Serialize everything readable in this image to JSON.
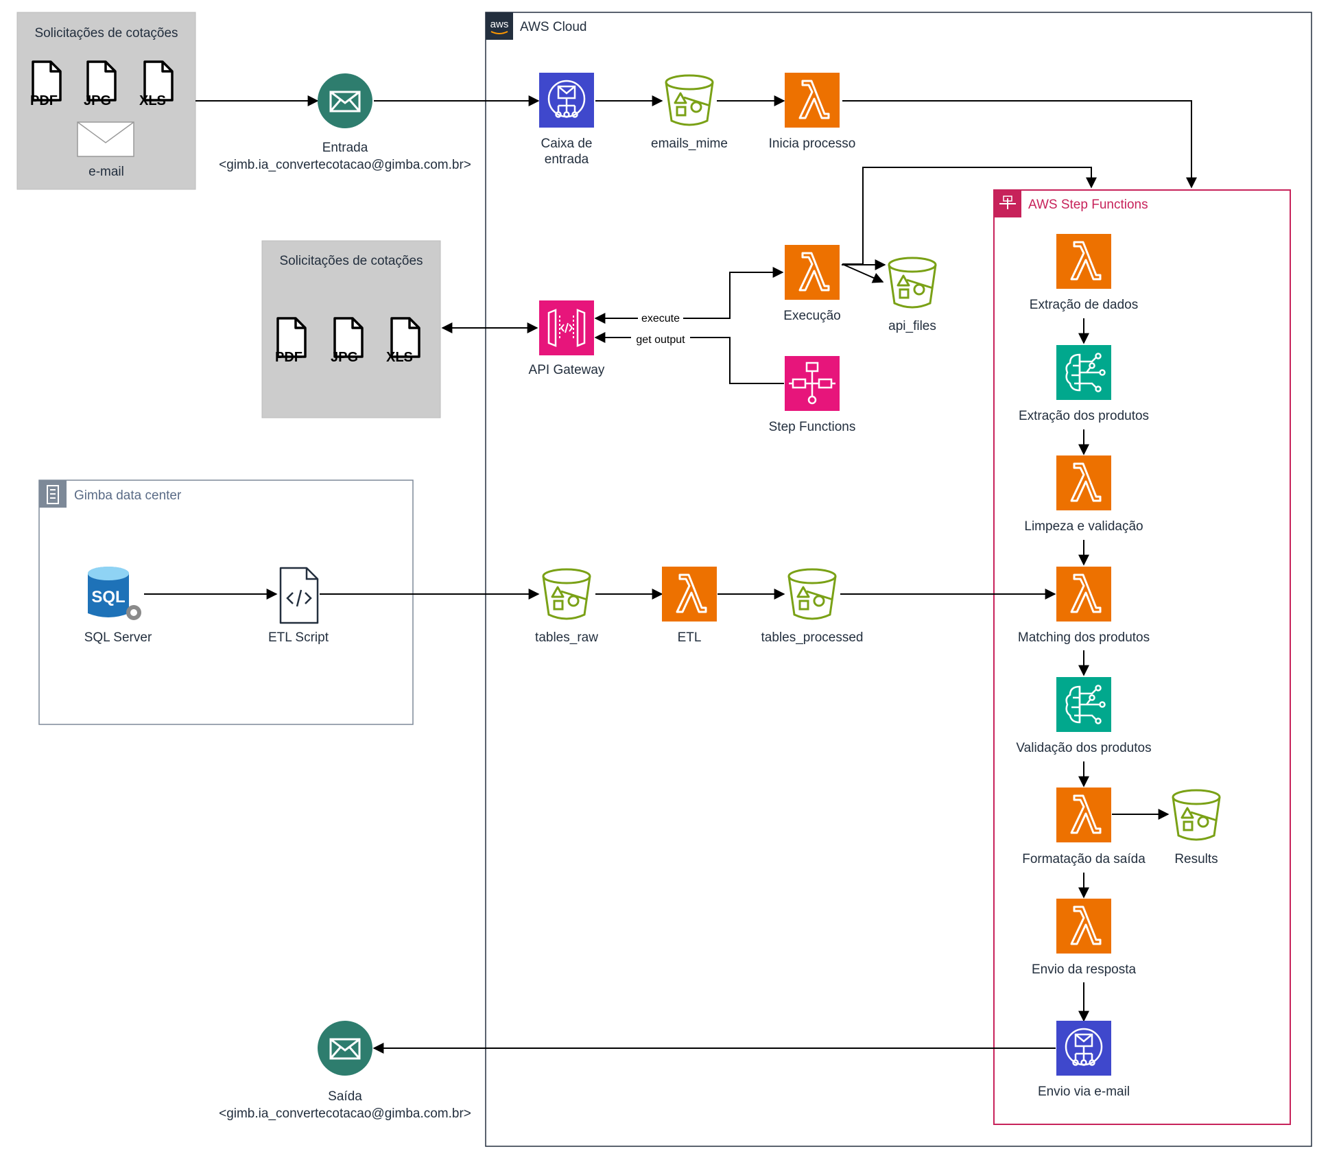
{
  "groups": {
    "email_requests": {
      "title": "Solicitações de cotações",
      "email_label": "e-mail"
    },
    "api_requests": {
      "title": "Solicitações de cotações"
    },
    "aws_cloud": {
      "title": "AWS Cloud",
      "logo_text": "aws"
    },
    "step_functions": {
      "title": "AWS Step Functions"
    },
    "datacenter": {
      "title": "Gimba data center"
    }
  },
  "file_types": [
    "PDF",
    "JPG",
    "XLS"
  ],
  "nodes": {
    "entrada": {
      "label": "Entrada",
      "sublabel": "<gimb.ia_convertecotacao@gimba.com.br>"
    },
    "saida": {
      "label": "Saída",
      "sublabel": "<gimb.ia_convertecotacao@gimba.com.br>"
    },
    "caixa": {
      "label1": "Caixa de",
      "label2": "entrada"
    },
    "emails_mime": {
      "label": "emails_mime"
    },
    "inicia": {
      "label": "Inicia processo"
    },
    "api_gateway": {
      "label": "API Gateway"
    },
    "execucao": {
      "label": "Execução"
    },
    "api_files": {
      "label": "api_files"
    },
    "step_fn_node": {
      "label": "Step Functions"
    },
    "sql_server": {
      "label": "SQL Server",
      "icon_text": "SQL"
    },
    "etl_script": {
      "label": "ETL Script"
    },
    "tables_raw": {
      "label": "tables_raw"
    },
    "etl": {
      "label": "ETL"
    },
    "tables_processed": {
      "label": "tables_processed"
    },
    "extracao_dados": {
      "label": "Extração de dados"
    },
    "extracao_produtos": {
      "label": "Extração dos produtos"
    },
    "limpeza": {
      "label": "Limpeza e validação"
    },
    "matching": {
      "label": "Matching dos produtos"
    },
    "validacao": {
      "label": "Validação dos produtos"
    },
    "formatacao": {
      "label": "Formatação da saída"
    },
    "results": {
      "label": "Results"
    },
    "envio_resposta": {
      "label": "Envio da resposta"
    },
    "envio_email": {
      "label": "Envio via e-mail"
    }
  },
  "edge_labels": {
    "execute": "execute",
    "get_output": "get output"
  },
  "icons": {
    "lambda": "lambda-icon",
    "bucket": "s3-bucket-icon",
    "ses": "ses-email-icon",
    "api": "api-gateway-icon",
    "stepfn": "step-functions-icon",
    "ai": "ai-brain-icon",
    "email_circle": "email-circle-icon",
    "sql": "sql-server-icon",
    "script": "script-file-icon"
  },
  "colors": {
    "lambda": "#ED7100",
    "s3": "#7AA116",
    "ses": "#3F48CC",
    "api": "#E7157B",
    "stepfn": "#E7157B",
    "ai": "#01A88D",
    "email_circle": "#2E7D6E",
    "step_group_border": "#C7225A",
    "gray_box": "#CCCCCC"
  }
}
